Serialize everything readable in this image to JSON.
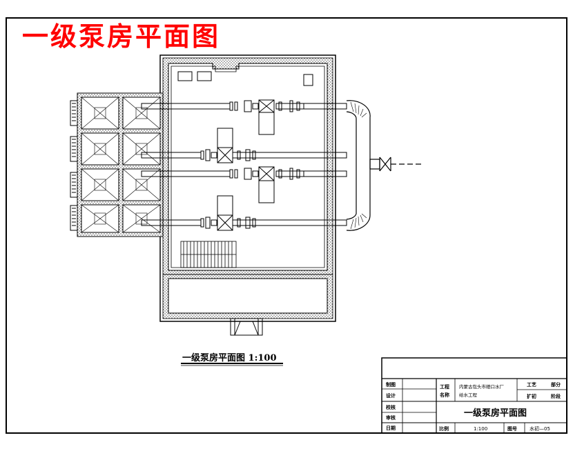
{
  "title": "一级泵房平面图",
  "caption": "一级泵房平面图 1:100",
  "title_block": {
    "labels": {
      "drawn": "制图",
      "design": "设计",
      "check": "校核",
      "review": "审核",
      "date": "日期",
      "project": "工程",
      "name": "名称",
      "scale": "比例",
      "sheet_no": "图号"
    },
    "project_name_line1": "内蒙古包头市磴口水厂",
    "project_name_line2": "给水工程",
    "discipline": "工艺",
    "part": "部分",
    "stage": "扩初",
    "stage2": "阶段",
    "drawing_title": "一级泵房平面图",
    "scale_value": "1:100",
    "drawing_number": "水初—05"
  },
  "colors": {
    "title_red": "#ff0000",
    "line": "#000000",
    "background": "#ffffff"
  }
}
